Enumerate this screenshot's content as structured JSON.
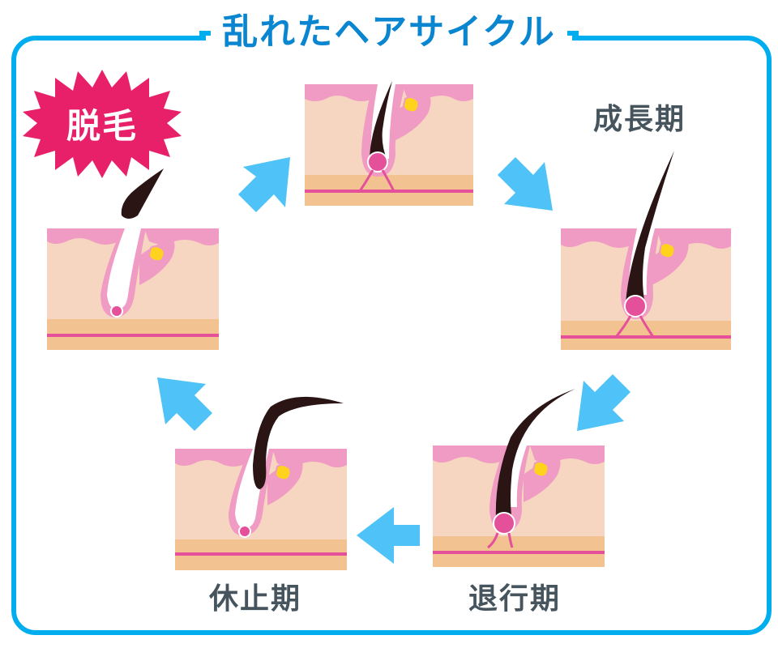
{
  "title": "乱れたヘアサイクル",
  "colors": {
    "frame": "#00aeef",
    "title": "#0a86d1",
    "arrow": "#4fc3f7",
    "burst": "#e8206a",
    "label": "#46545e",
    "skin_top": "#f09bc3",
    "skin": "#f6d5c1",
    "fat": "#f2c290",
    "vessel": "#e5509a",
    "hair": "#2a1414",
    "sebaceous": "#ffd21e"
  },
  "badge": {
    "label": "脱毛"
  },
  "stages": [
    {
      "id": "early-growth",
      "label": ""
    },
    {
      "id": "anagen",
      "label": "成長期"
    },
    {
      "id": "catagen",
      "label": "退行期"
    },
    {
      "id": "telogen",
      "label": "休止期"
    },
    {
      "id": "shedding",
      "label": ""
    }
  ],
  "cycle_order": [
    "early-growth",
    "anagen",
    "catagen",
    "telogen",
    "shedding"
  ]
}
